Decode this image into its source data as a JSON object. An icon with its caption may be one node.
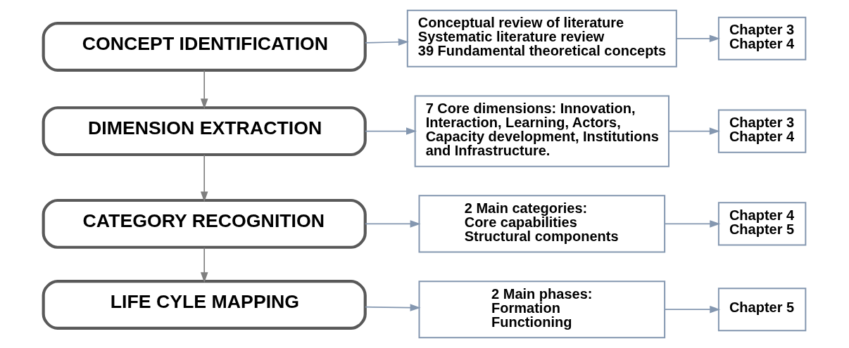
{
  "diagram": {
    "nodes": [
      {
        "text": [
          "CONCEPT IDENTIFICATION"
        ]
      },
      {
        "text": [
          "Conceptual review of literature",
          "Systematic literature review",
          "39 Fundamental theoretical concepts"
        ]
      },
      {
        "text": [
          "Chapter 3",
          "Chapter 4"
        ]
      },
      {
        "text": [
          "DIMENSION EXTRACTION"
        ]
      },
      {
        "text": [
          "7 Core dimensions: Innovation, Interaction, Learning, Actors, Capacity development, Institutions and Infrastructure."
        ]
      },
      {
        "text": [
          "Chapter 3",
          "Chapter 4"
        ]
      },
      {
        "text": [
          "CATEGORY RECOGNITION"
        ]
      },
      {
        "text": [
          "2 Main categories:",
          "Core capabilities",
          "Structural components"
        ]
      },
      {
        "text": [
          "Chapter 4",
          "Chapter 5"
        ]
      },
      {
        "text": [
          "LIFE CYLE MAPPING"
        ]
      },
      {
        "text": [
          "2 Main phases:",
          "Formation",
          "Functioning"
        ]
      },
      {
        "text": [
          "Chapter 5"
        ]
      }
    ],
    "edges": [
      {
        "from": 0,
        "to": 1,
        "arrow": "to"
      },
      {
        "from": 1,
        "to": 2,
        "arrow": "to"
      },
      {
        "from": 0,
        "to": 3,
        "arrow": "to"
      },
      {
        "from": 3,
        "to": 4,
        "arrow": "to"
      },
      {
        "from": 4,
        "to": 5,
        "arrow": "to"
      },
      {
        "from": 3,
        "to": 6,
        "arrow": "to"
      },
      {
        "from": 6,
        "to": 7,
        "arrow": "to"
      },
      {
        "from": 7,
        "to": 8,
        "arrow": "to"
      },
      {
        "from": 6,
        "to": 9,
        "arrow": "to"
      },
      {
        "from": 9,
        "to": 10,
        "arrow": "to"
      },
      {
        "from": 10,
        "to": 11,
        "arrow": "to"
      }
    ]
  }
}
